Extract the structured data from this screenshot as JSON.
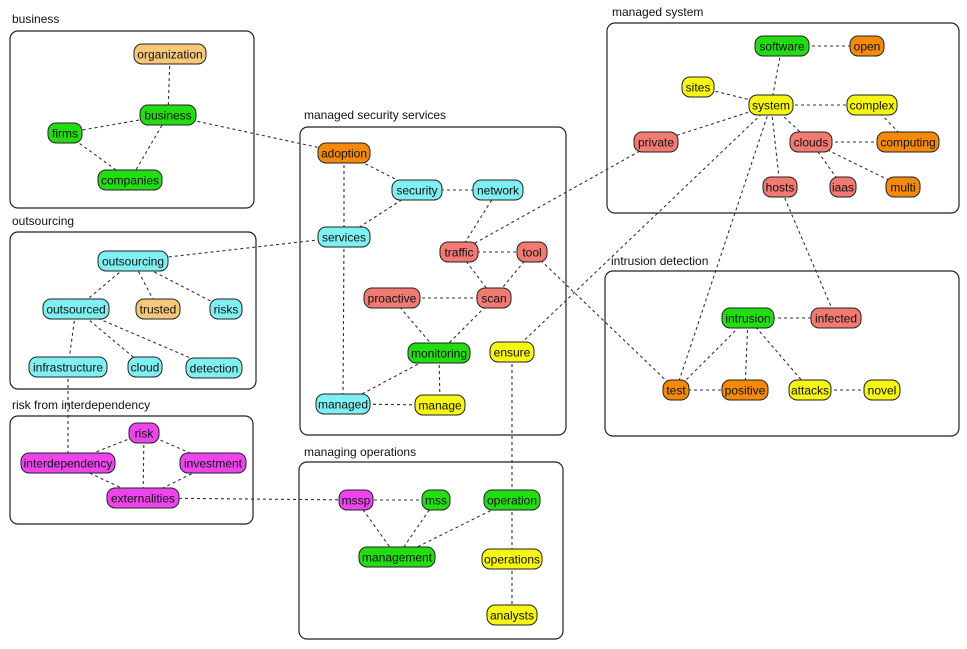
{
  "colors": {
    "green": "#22dd11",
    "orange": "#f58a0a",
    "tan": "#f7c879",
    "cyan": "#7ff0f2",
    "salmon": "#f17a73",
    "yellow": "#f7f513",
    "magenta": "#ee44ee"
  },
  "groups": [
    {
      "id": "business",
      "title": "business"
    },
    {
      "id": "outsourcing",
      "title": "outsourcing"
    },
    {
      "id": "risk",
      "title": "risk from interdependency"
    },
    {
      "id": "mss",
      "title": "managed security services"
    },
    {
      "id": "managedsys",
      "title": "managed system"
    },
    {
      "id": "intrusion",
      "title": "intrusion detection"
    },
    {
      "id": "operations",
      "title": "managing operations"
    }
  ],
  "nodes": [
    {
      "id": "organization",
      "label": "organization",
      "color": "tan"
    },
    {
      "id": "business",
      "label": "business",
      "color": "green"
    },
    {
      "id": "firms",
      "label": "firms",
      "color": "green"
    },
    {
      "id": "companies",
      "label": "companies",
      "color": "green"
    },
    {
      "id": "outsourcing",
      "label": "outsourcing",
      "color": "cyan"
    },
    {
      "id": "outsourced",
      "label": "outsourced",
      "color": "cyan"
    },
    {
      "id": "trusted",
      "label": "trusted",
      "color": "tan"
    },
    {
      "id": "risks",
      "label": "risks",
      "color": "cyan"
    },
    {
      "id": "infrastructure",
      "label": "infrastructure",
      "color": "cyan"
    },
    {
      "id": "cloud",
      "label": "cloud",
      "color": "cyan"
    },
    {
      "id": "detection",
      "label": "detection",
      "color": "cyan"
    },
    {
      "id": "risk",
      "label": "risk",
      "color": "magenta"
    },
    {
      "id": "interdependency",
      "label": "interdependency",
      "color": "magenta"
    },
    {
      "id": "investment",
      "label": "investment",
      "color": "magenta"
    },
    {
      "id": "externalities",
      "label": "externalities",
      "color": "magenta"
    },
    {
      "id": "adoption",
      "label": "adoption",
      "color": "orange"
    },
    {
      "id": "security",
      "label": "security",
      "color": "cyan"
    },
    {
      "id": "network",
      "label": "network",
      "color": "cyan"
    },
    {
      "id": "services",
      "label": "services",
      "color": "cyan"
    },
    {
      "id": "traffic",
      "label": "traffic",
      "color": "salmon"
    },
    {
      "id": "tool",
      "label": "tool",
      "color": "salmon"
    },
    {
      "id": "proactive",
      "label": "proactive",
      "color": "salmon"
    },
    {
      "id": "scan",
      "label": "scan",
      "color": "salmon"
    },
    {
      "id": "monitoring",
      "label": "monitoring",
      "color": "green"
    },
    {
      "id": "ensure",
      "label": "ensure",
      "color": "yellow"
    },
    {
      "id": "managed",
      "label": "managed",
      "color": "cyan"
    },
    {
      "id": "manage",
      "label": "manage",
      "color": "yellow"
    },
    {
      "id": "software",
      "label": "software",
      "color": "green"
    },
    {
      "id": "open",
      "label": "open",
      "color": "orange"
    },
    {
      "id": "sites",
      "label": "sites",
      "color": "yellow"
    },
    {
      "id": "system",
      "label": "system",
      "color": "yellow"
    },
    {
      "id": "complex",
      "label": "complex",
      "color": "yellow"
    },
    {
      "id": "private",
      "label": "private",
      "color": "salmon"
    },
    {
      "id": "clouds",
      "label": "clouds",
      "color": "salmon"
    },
    {
      "id": "computing",
      "label": "computing",
      "color": "orange"
    },
    {
      "id": "hosts",
      "label": "hosts",
      "color": "salmon"
    },
    {
      "id": "iaas",
      "label": "iaas",
      "color": "salmon"
    },
    {
      "id": "multi",
      "label": "multi",
      "color": "orange"
    },
    {
      "id": "intrusion",
      "label": "intrusion",
      "color": "green"
    },
    {
      "id": "infected",
      "label": "infected",
      "color": "salmon"
    },
    {
      "id": "test",
      "label": "test",
      "color": "orange"
    },
    {
      "id": "positive",
      "label": "positive",
      "color": "orange"
    },
    {
      "id": "attacks",
      "label": "attacks",
      "color": "yellow"
    },
    {
      "id": "novel",
      "label": "novel",
      "color": "yellow"
    },
    {
      "id": "mssp",
      "label": "mssp",
      "color": "magenta"
    },
    {
      "id": "mss",
      "label": "mss",
      "color": "green"
    },
    {
      "id": "operation",
      "label": "operation",
      "color": "green"
    },
    {
      "id": "management",
      "label": "management",
      "color": "green"
    },
    {
      "id": "operations",
      "label": "operations",
      "color": "yellow"
    },
    {
      "id": "analysts",
      "label": "analysts",
      "color": "yellow"
    }
  ],
  "edges": [
    [
      "organization",
      "business"
    ],
    [
      "firms",
      "business"
    ],
    [
      "firms",
      "companies"
    ],
    [
      "business",
      "companies"
    ],
    [
      "business",
      "adoption"
    ],
    [
      "outsourcing",
      "outsourced"
    ],
    [
      "outsourcing",
      "trusted"
    ],
    [
      "outsourcing",
      "risks"
    ],
    [
      "outsourcing",
      "services"
    ],
    [
      "outsourced",
      "infrastructure"
    ],
    [
      "outsourced",
      "cloud"
    ],
    [
      "outsourced",
      "detection"
    ],
    [
      "infrastructure",
      "interdependency"
    ],
    [
      "risk",
      "interdependency"
    ],
    [
      "risk",
      "investment"
    ],
    [
      "risk",
      "externalities"
    ],
    [
      "interdependency",
      "externalities"
    ],
    [
      "investment",
      "externalities"
    ],
    [
      "externalities",
      "mssp"
    ],
    [
      "adoption",
      "security"
    ],
    [
      "adoption",
      "services"
    ],
    [
      "security",
      "network"
    ],
    [
      "security",
      "services"
    ],
    [
      "services",
      "managed"
    ],
    [
      "network",
      "traffic"
    ],
    [
      "traffic",
      "tool"
    ],
    [
      "traffic",
      "scan"
    ],
    [
      "traffic",
      "private"
    ],
    [
      "tool",
      "scan"
    ],
    [
      "tool",
      "test"
    ],
    [
      "proactive",
      "scan"
    ],
    [
      "proactive",
      "monitoring"
    ],
    [
      "scan",
      "monitoring"
    ],
    [
      "monitoring",
      "managed"
    ],
    [
      "monitoring",
      "manage"
    ],
    [
      "managed",
      "manage"
    ],
    [
      "ensure",
      "system"
    ],
    [
      "ensure",
      "operation"
    ],
    [
      "software",
      "open"
    ],
    [
      "software",
      "system"
    ],
    [
      "sites",
      "system"
    ],
    [
      "system",
      "complex"
    ],
    [
      "system",
      "private"
    ],
    [
      "system",
      "clouds"
    ],
    [
      "system",
      "hosts"
    ],
    [
      "system",
      "test"
    ],
    [
      "complex",
      "computing"
    ],
    [
      "clouds",
      "computing"
    ],
    [
      "clouds",
      "iaas"
    ],
    [
      "clouds",
      "multi"
    ],
    [
      "hosts",
      "infected"
    ],
    [
      "intrusion",
      "infected"
    ],
    [
      "intrusion",
      "test"
    ],
    [
      "intrusion",
      "positive"
    ],
    [
      "intrusion",
      "attacks"
    ],
    [
      "test",
      "positive"
    ],
    [
      "attacks",
      "novel"
    ],
    [
      "mssp",
      "mss"
    ],
    [
      "mssp",
      "management"
    ],
    [
      "mss",
      "management"
    ],
    [
      "operation",
      "management"
    ],
    [
      "operation",
      "operations"
    ],
    [
      "operations",
      "analysts"
    ]
  ]
}
